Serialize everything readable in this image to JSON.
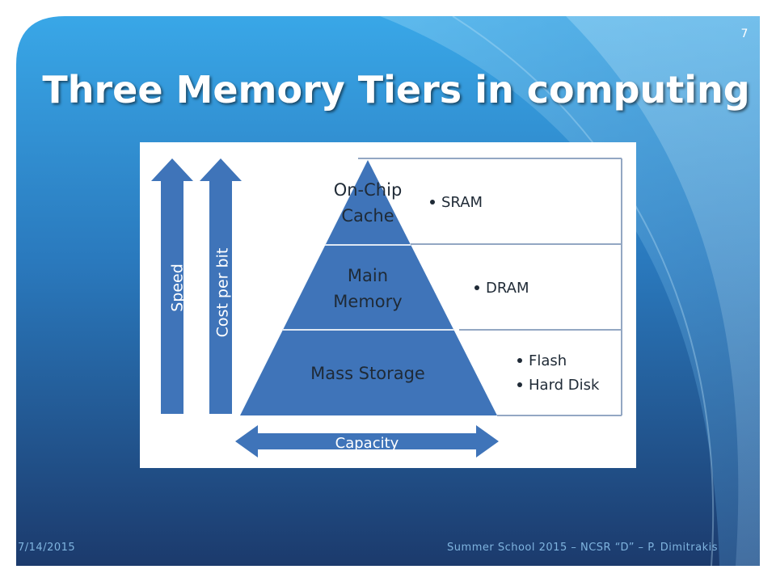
{
  "slide": {
    "number": "7",
    "title": "Three Memory Tiers in computing",
    "colors": {
      "bg_light": "#3aa8e6",
      "bg_dark": "#1d3f72",
      "diagram_blue": "#3f74b9",
      "divider": "#93a7c3"
    }
  },
  "diagram": {
    "left_axes": [
      {
        "label": "Speed",
        "direction": "up"
      },
      {
        "label": "Cost per bit",
        "direction": "up"
      }
    ],
    "tiers": [
      {
        "name_lines": [
          "On-Chip",
          "Cache"
        ],
        "examples": [
          "SRAM"
        ]
      },
      {
        "name_lines": [
          "Main",
          "Memory"
        ],
        "examples": [
          "DRAM"
        ]
      },
      {
        "name_lines": [
          "Mass Storage"
        ],
        "examples": [
          "Flash",
          "Hard Disk"
        ]
      }
    ],
    "bottom_axis": {
      "label": "Capacity",
      "direction": "both"
    }
  },
  "footer": {
    "date": "7/14/2015",
    "text": "Summer School 2015 – NCSR “D” – P. Dimitrakis"
  }
}
